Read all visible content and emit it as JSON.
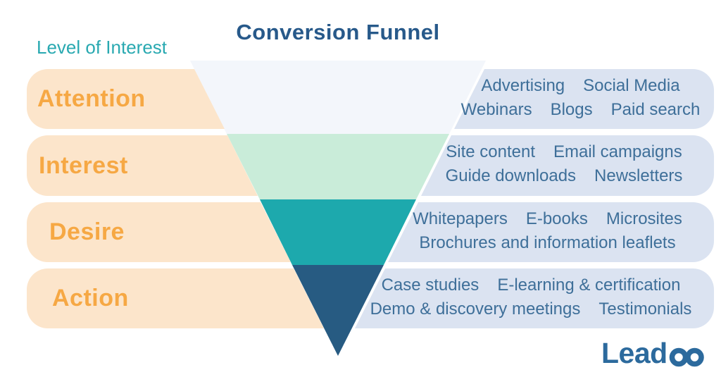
{
  "header": {
    "title": "Conversion Funnel",
    "axis_label": "Level of Interest"
  },
  "rows": [
    {
      "stage": "Attention",
      "channel_lines": [
        [
          "Advertising",
          "Social Media"
        ],
        [
          "Webinars",
          "Blogs",
          "Paid search"
        ]
      ]
    },
    {
      "stage": "Interest",
      "channel_lines": [
        [
          "Site content",
          "Email campaigns"
        ],
        [
          "Guide downloads",
          "Newsletters"
        ]
      ]
    },
    {
      "stage": "Desire",
      "channel_lines": [
        [
          "Whitepapers",
          "E-books",
          "Microsites"
        ],
        [
          "Brochures and information leaflets"
        ]
      ]
    },
    {
      "stage": "Action",
      "channel_lines": [
        [
          "Case studies",
          "E-learning & certification"
        ],
        [
          "Demo & discovery meetings",
          "Testimonials"
        ]
      ]
    }
  ],
  "logo": {
    "text": "Lead",
    "icon": "infinity-chat-loops"
  },
  "colors": {
    "title": "#27598a",
    "axis_label": "#29a9b1",
    "stage_band": "#fce5cb",
    "stage_text": "#f6a844",
    "pill_bg": "#dbe3f1",
    "pill_text": "#3e6f99",
    "funnel_segments": [
      "#f3f6fb",
      "#c9ecd9",
      "#1da9ad",
      "#275b82"
    ],
    "logo": "#2c6a9d"
  }
}
